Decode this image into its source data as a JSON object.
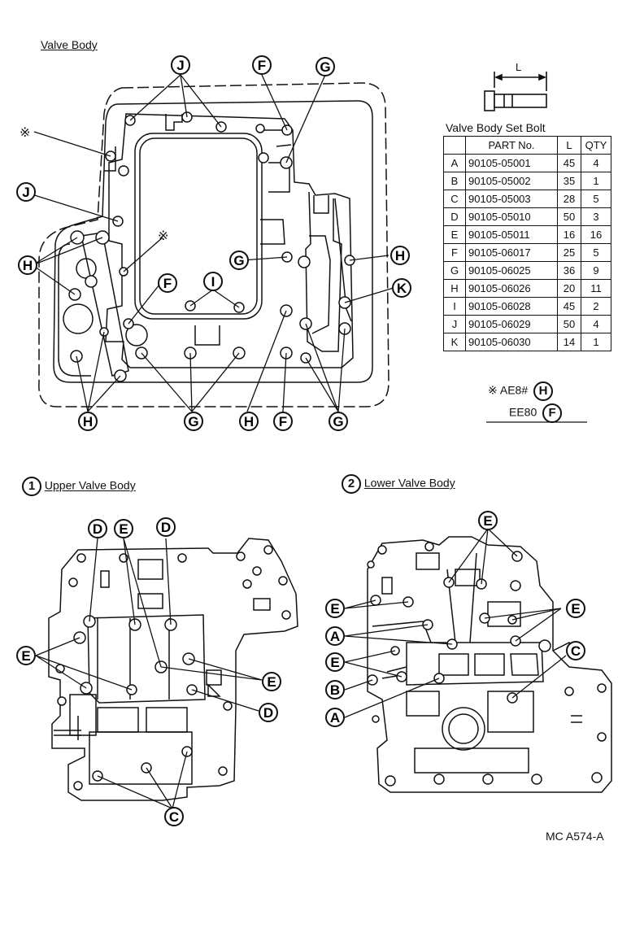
{
  "titles": {
    "valve_body": "Valve Body",
    "upper_num": "1",
    "upper": "Upper Valve Body",
    "lower_num": "2",
    "lower": "Lower Valve Body"
  },
  "bolt_diagram": {
    "length_label": "L"
  },
  "table": {
    "title": "Valve Body Set Bolt",
    "headers": [
      "",
      "PART No.",
      "L",
      "QTY"
    ],
    "rows": [
      [
        "A",
        "90105-05001",
        "45",
        "4"
      ],
      [
        "B",
        "90105-05002",
        "35",
        "1"
      ],
      [
        "C",
        "90105-05003",
        "28",
        "5"
      ],
      [
        "D",
        "90105-05010",
        "50",
        "3"
      ],
      [
        "E",
        "90105-05011",
        "16",
        "16"
      ],
      [
        "F",
        "90105-06017",
        "25",
        "5"
      ],
      [
        "G",
        "90105-06025",
        "36",
        "9"
      ],
      [
        "H",
        "90105-06026",
        "20",
        "11"
      ],
      [
        "I",
        "90105-06028",
        "45",
        "2"
      ],
      [
        "J",
        "90105-06029",
        "50",
        "4"
      ],
      [
        "K",
        "90105-06030",
        "14",
        "1"
      ]
    ]
  },
  "notes": [
    {
      "symbol": "※",
      "text": "AE8#",
      "letter": "H"
    },
    {
      "symbol": "",
      "text": "EE80",
      "letter": "F"
    }
  ],
  "figure_code": "MC A574-A",
  "callouts": {
    "top": [
      "J",
      "F",
      "G",
      "J",
      "H",
      "F",
      "G",
      "I",
      "H",
      "K",
      "H",
      "G",
      "H",
      "F",
      "G"
    ],
    "upper": [
      "D",
      "E",
      "D",
      "E",
      "E",
      "D",
      "C"
    ],
    "lower": [
      "E",
      "E",
      "E",
      "A",
      "E",
      "B",
      "A",
      "C"
    ]
  }
}
